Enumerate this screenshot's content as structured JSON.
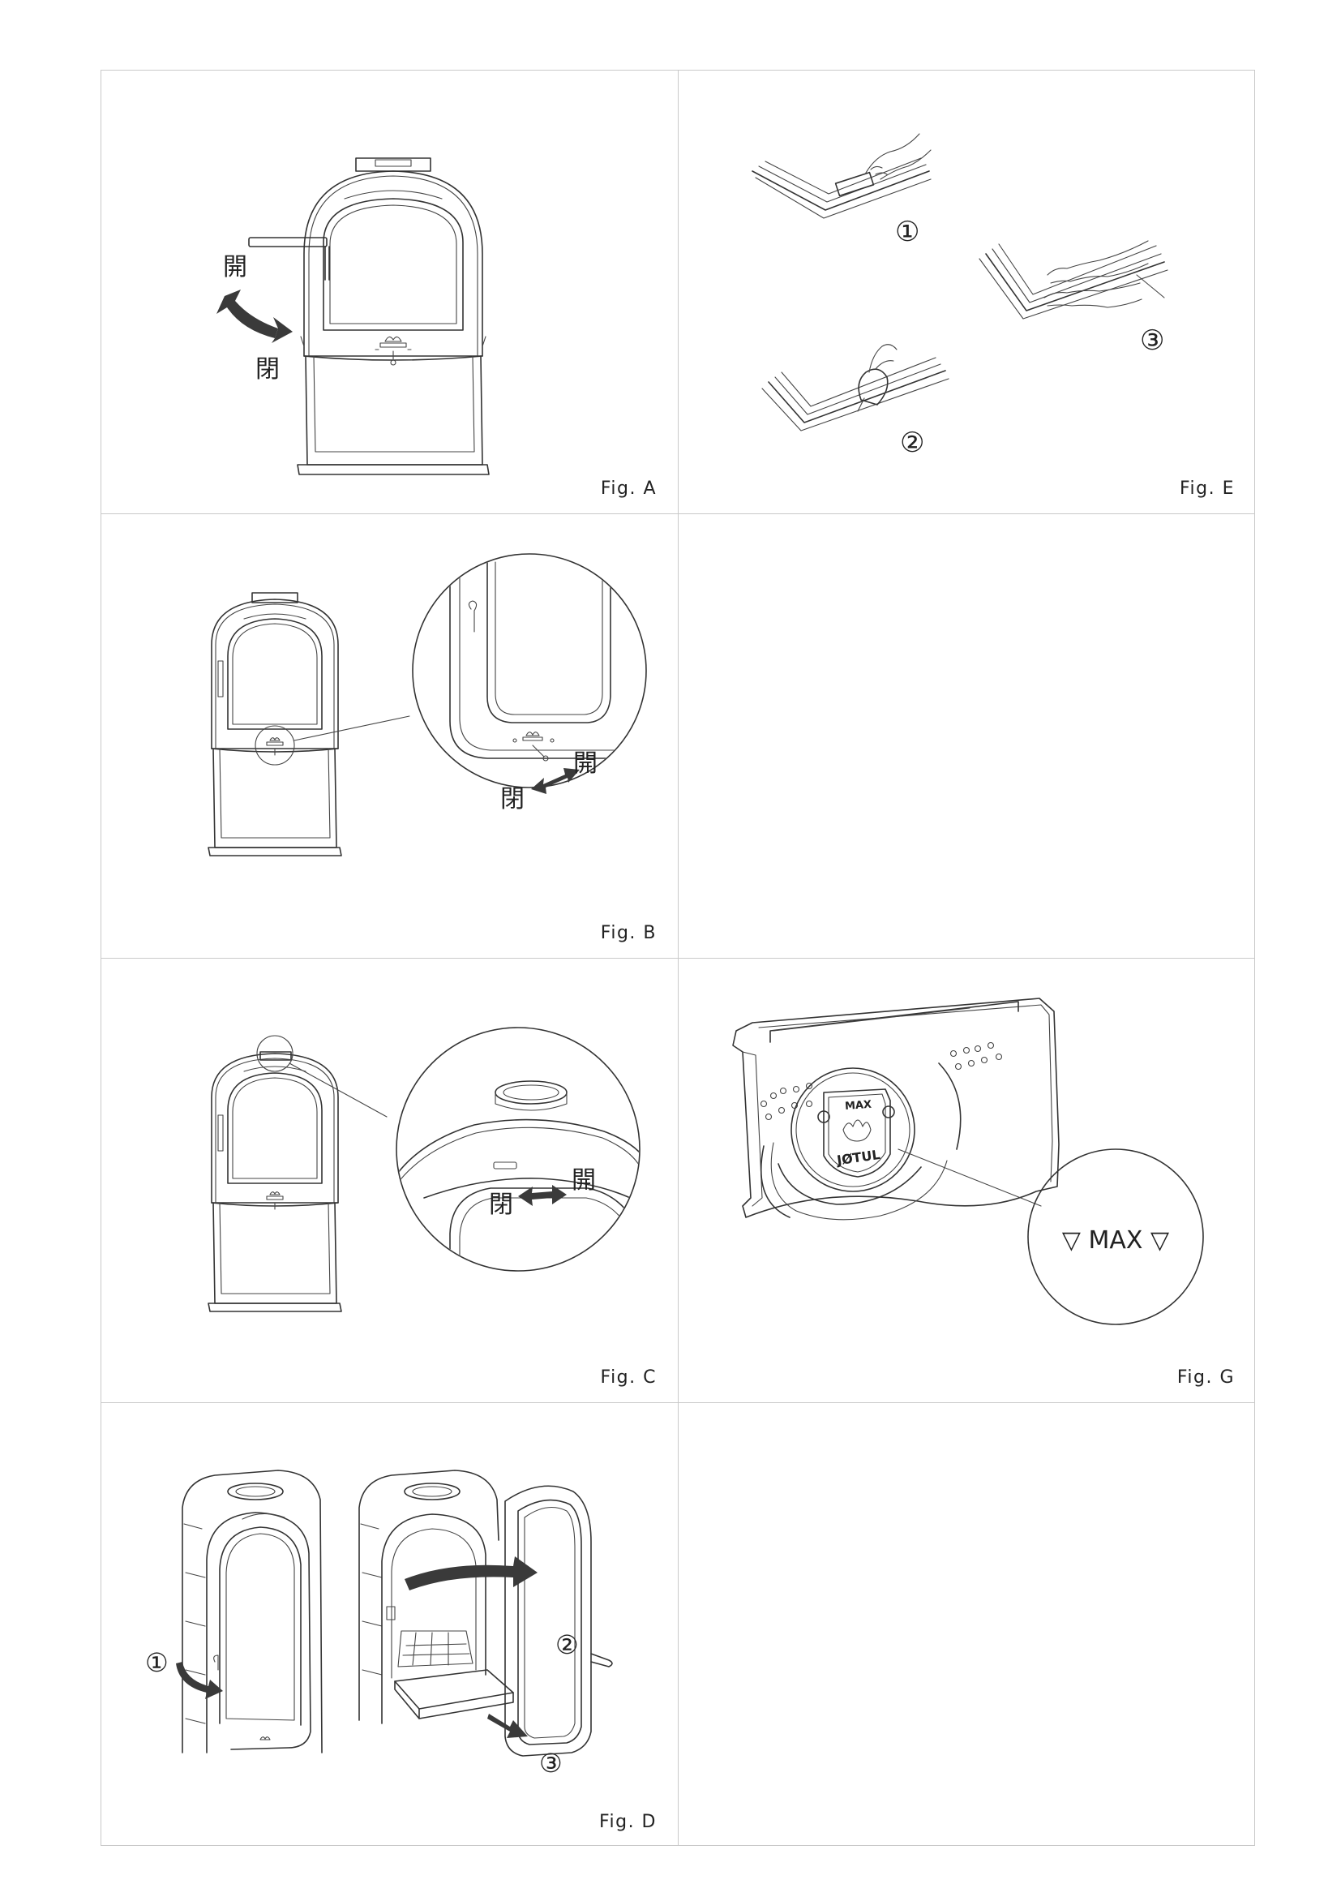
{
  "figures": {
    "a": {
      "caption": "Fig. A",
      "label_open": "開",
      "label_close": "閉"
    },
    "e": {
      "caption": "Fig. E",
      "steps": [
        "①",
        "②",
        "③"
      ]
    },
    "b": {
      "caption": "Fig. B",
      "label_open": "開",
      "label_close": "閉"
    },
    "c": {
      "caption": "Fig. C",
      "label_open": "開",
      "label_close": "閉"
    },
    "g": {
      "caption": "Fig. G",
      "marking": "▽ MAX ▽",
      "plate_marking": "MAX",
      "plate_logo": "JØTUL"
    },
    "d": {
      "caption": "Fig. D",
      "steps": [
        "①",
        "②",
        "③"
      ]
    }
  }
}
